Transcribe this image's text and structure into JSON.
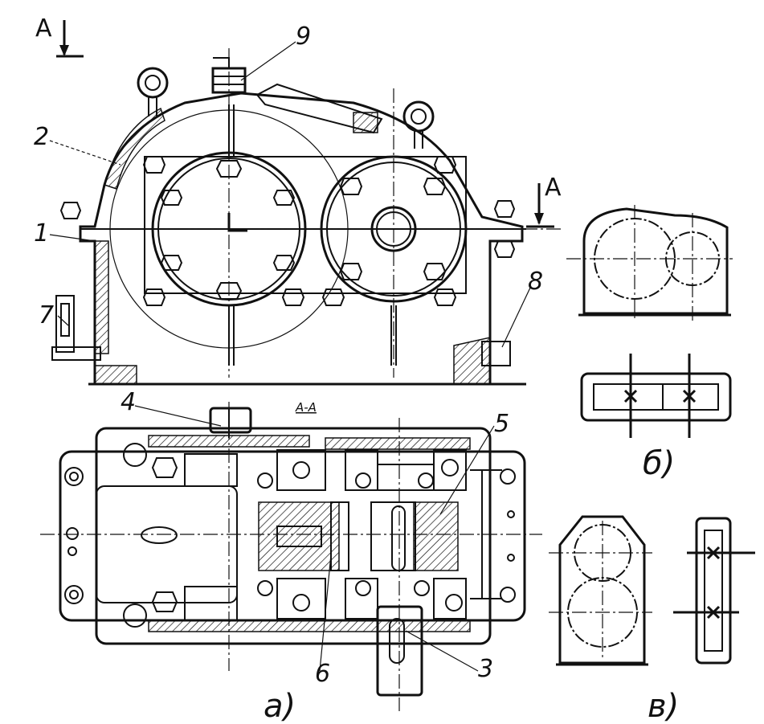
{
  "section_mark": "A",
  "section_title": "A-A",
  "callouts": {
    "c1": "1",
    "c2": "2",
    "c3": "3",
    "c4": "4",
    "c5": "5",
    "c6": "6",
    "c7": "7",
    "c8": "8",
    "c9": "9"
  },
  "captions": {
    "a": "а)",
    "b": "б)",
    "v": "в)"
  }
}
